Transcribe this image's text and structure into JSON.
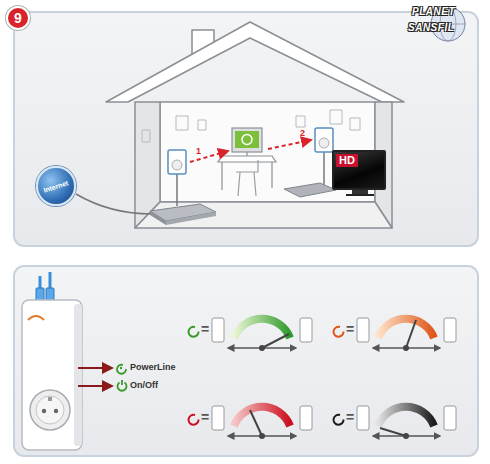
{
  "diagram": {
    "nodes": [
      {
        "text": [
          "9"
        ]
      },
      {
        "text": [
          "Internet"
        ]
      },
      {
        "text": [
          "HD"
        ]
      }
    ],
    "labels": [
      "1",
      "2",
      "PLANET",
      "SANSFIL",
      "=",
      "=",
      "=",
      "="
    ],
    "legend": [
      {
        "text": "PowerLine"
      },
      {
        "text": "On/Off"
      }
    ]
  }
}
